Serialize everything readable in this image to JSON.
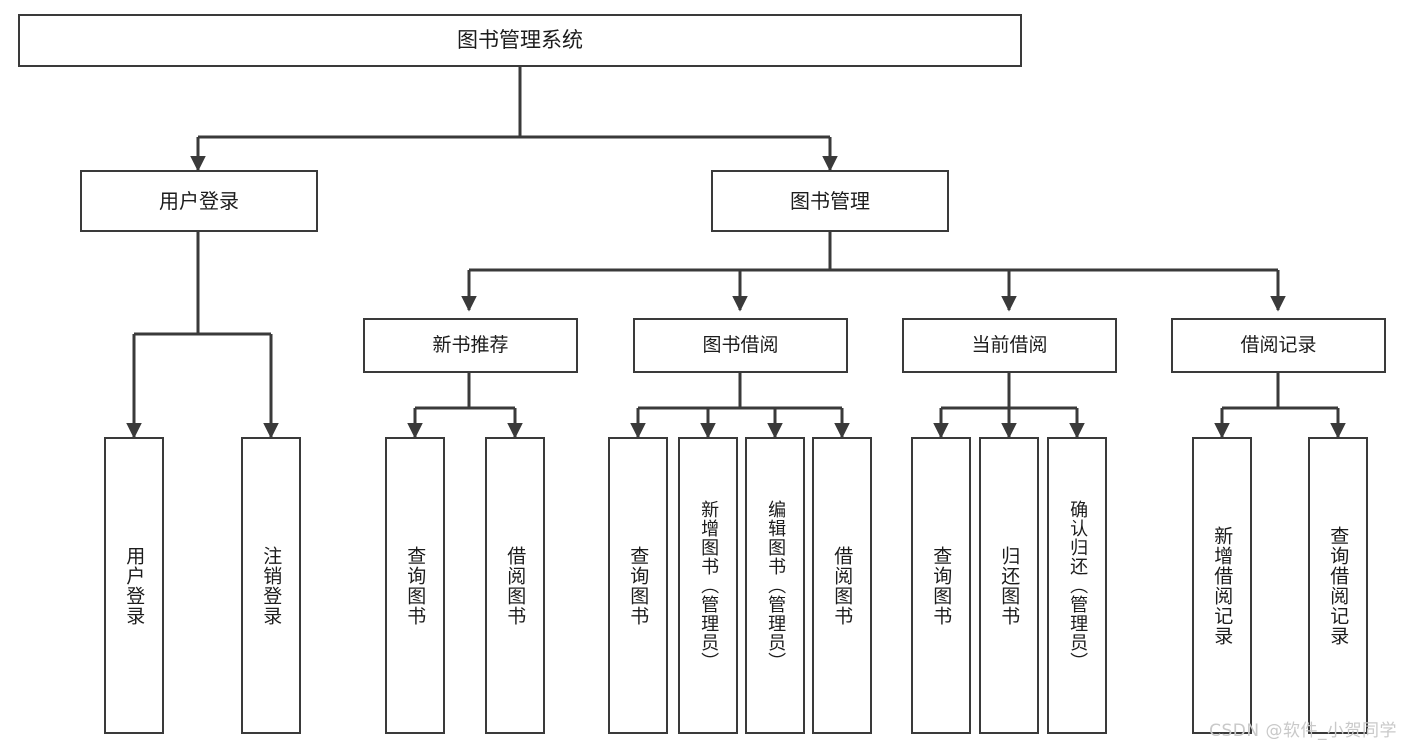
{
  "diagram": {
    "title": "图书管理系统",
    "watermark": "CSDN @软件_小贺同学",
    "stroke_color": "#3a3a3a",
    "fill_color": "#ffffff",
    "text_color": "#1c1c1c",
    "watermark_color": "#c9c9c9"
  },
  "chart_data": {
    "type": "diagram",
    "subtype": "hierarchy-tree",
    "title": "图书管理系统",
    "levels": 4,
    "root": {
      "label": "图书管理系统",
      "children": [
        {
          "label": "用户登录",
          "children": [
            {
              "label": "用户登录"
            },
            {
              "label": "注销登录"
            }
          ]
        },
        {
          "label": "图书管理",
          "children": [
            {
              "label": "新书推荐",
              "children": [
                {
                  "label": "查询图书"
                },
                {
                  "label": "借阅图书"
                }
              ]
            },
            {
              "label": "图书借阅",
              "children": [
                {
                  "label": "查询图书"
                },
                {
                  "label": "新增图书（管理员）"
                },
                {
                  "label": "编辑图书（管理员）"
                },
                {
                  "label": "借阅图书"
                }
              ]
            },
            {
              "label": "当前借阅",
              "children": [
                {
                  "label": "查询图书"
                },
                {
                  "label": "归还图书"
                },
                {
                  "label": "确认归还（管理员）"
                }
              ]
            },
            {
              "label": "借阅记录",
              "children": [
                {
                  "label": "新增借阅记录"
                },
                {
                  "label": "查询借阅记录"
                }
              ]
            }
          ]
        }
      ]
    }
  },
  "nodes": {
    "root": {
      "label": "图书管理系统"
    },
    "user_login": {
      "label": "用户登录"
    },
    "book_mgmt": {
      "label": "图书管理"
    },
    "new_rec": {
      "label": "新书推荐"
    },
    "borrow": {
      "label": "图书借阅"
    },
    "current": {
      "label": "当前借阅"
    },
    "records": {
      "label": "借阅记录"
    }
  },
  "leaves": {
    "l1": {
      "label": "用户登录"
    },
    "l2": {
      "label": "注销登录"
    },
    "l3": {
      "label": "查询图书"
    },
    "l4": {
      "label": "借阅图书"
    },
    "l5": {
      "label": "查询图书"
    },
    "l6": {
      "label": "新增图书（管理员）"
    },
    "l7": {
      "label": "编辑图书（管理员）"
    },
    "l8": {
      "label": "借阅图书"
    },
    "l9": {
      "label": "查询图书"
    },
    "l10": {
      "label": "归还图书"
    },
    "l11": {
      "label": "确认归还（管理员）"
    },
    "l12": {
      "label": "新增借阅记录"
    },
    "l13": {
      "label": "查询借阅记录"
    }
  }
}
